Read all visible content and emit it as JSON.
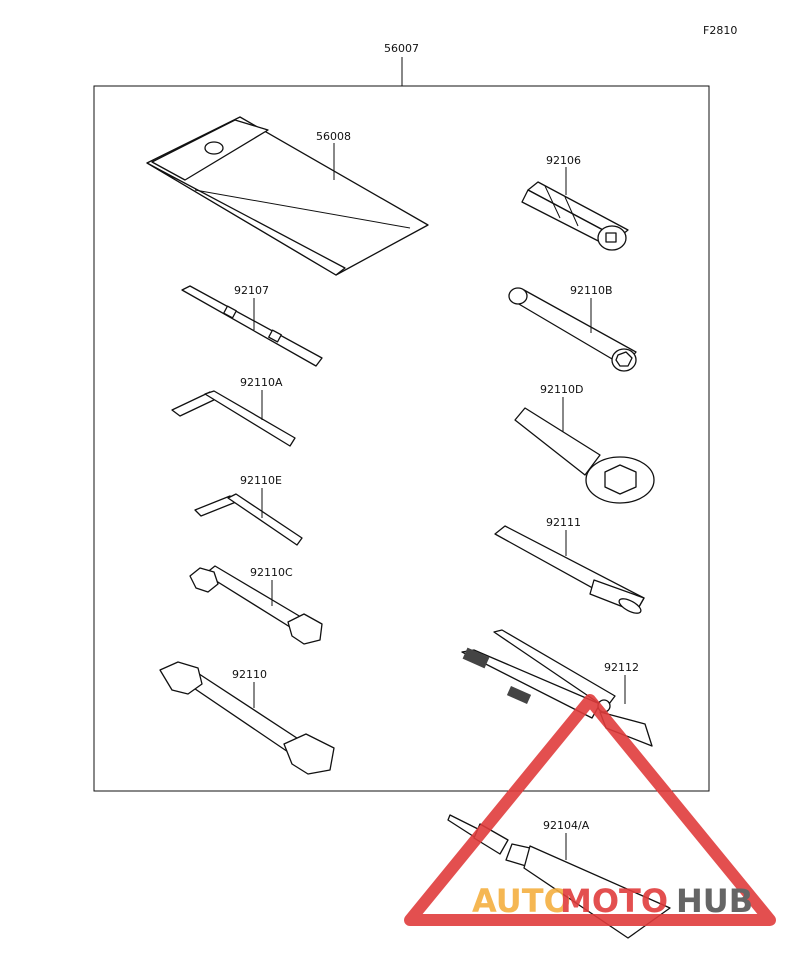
{
  "figure_code": "F2810",
  "kit_part_number": "56007",
  "parts": [
    {
      "key": "p56008",
      "number": "56008"
    },
    {
      "key": "p92106",
      "number": "92106"
    },
    {
      "key": "p92107",
      "number": "92107"
    },
    {
      "key": "p92110B",
      "number": "92110B"
    },
    {
      "key": "p92110A",
      "number": "92110A"
    },
    {
      "key": "p92110D",
      "number": "92110D"
    },
    {
      "key": "p92110E",
      "number": "92110E"
    },
    {
      "key": "p92111",
      "number": "92111"
    },
    {
      "key": "p92110C",
      "number": "92110C"
    },
    {
      "key": "p92112",
      "number": "92112"
    },
    {
      "key": "p92110",
      "number": "92110"
    },
    {
      "key": "p92104A",
      "number": "92104/A"
    }
  ],
  "watermark": {
    "text_part1": "AUTO",
    "text_part2": "MOTO",
    "text_part3": "HUB",
    "color_orange": "#f5b041",
    "color_red": "#e03c3c",
    "color_dark": "#555555"
  }
}
